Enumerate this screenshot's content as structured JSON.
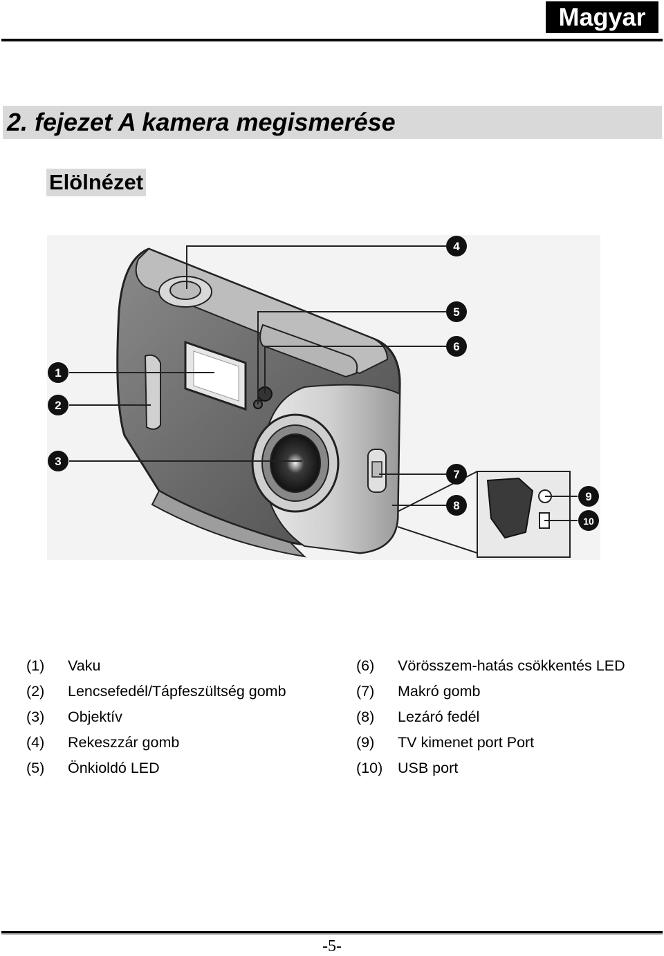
{
  "header": {
    "language": "Magyar"
  },
  "chapter": {
    "title": "2. fejezet A kamera megismerése"
  },
  "section": {
    "title": "Elölnézet"
  },
  "figure": {
    "callouts": [
      "1",
      "2",
      "3",
      "4",
      "5",
      "6",
      "7",
      "8",
      "9",
      "10"
    ]
  },
  "legend": {
    "left": [
      {
        "num": "(1)",
        "label": "Vaku"
      },
      {
        "num": "(2)",
        "label": "Lencsefedél/Tápfeszültség gomb"
      },
      {
        "num": "(3)",
        "label": "Objektív"
      },
      {
        "num": "(4)",
        "label": "Rekeszzár gomb"
      },
      {
        "num": "(5)",
        "label": "Önkioldó LED"
      }
    ],
    "right": [
      {
        "num": "(6)",
        "label": "Vörösszem-hatás csökkentés LED"
      },
      {
        "num": "(7)",
        "label": "Makró gomb"
      },
      {
        "num": "(8)",
        "label": "Lezáró fedél"
      },
      {
        "num": "(9)",
        "label": "TV kimenet port Port"
      },
      {
        "num": "(10)",
        "label": "USB port"
      }
    ]
  },
  "footer": {
    "page": "-5-"
  }
}
